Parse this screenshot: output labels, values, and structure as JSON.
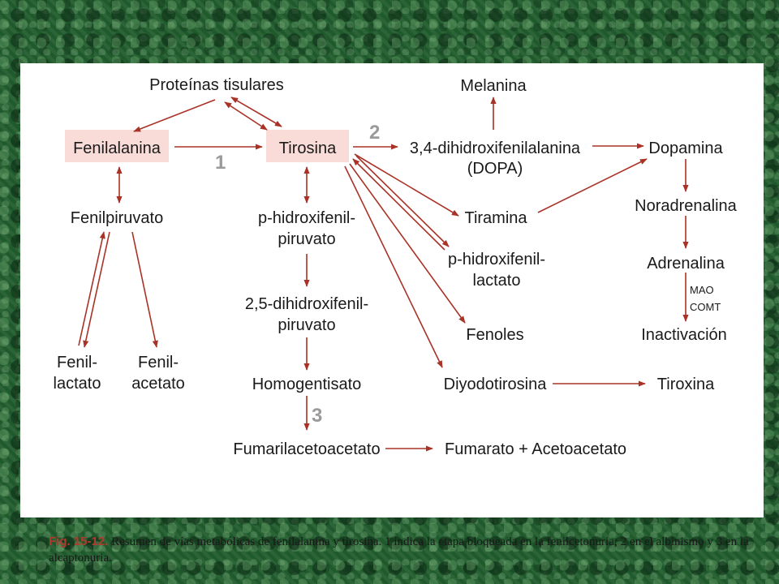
{
  "nodes": {
    "proteinas": "Proteínas tisulares",
    "melanina": "Melanina",
    "fenilalanina": "Fenilalanina",
    "tirosina": "Tirosina",
    "dopa_1": "3,4-dihidroxifenilalanina",
    "dopa_2": "(DOPA)",
    "dopamina": "Dopamina",
    "fenilpiruvato": "Fenilpiruvato",
    "phpiruvato_1": "p-hidroxifenil-",
    "phpiruvato_2": "piruvato",
    "tiramina": "Tiramina",
    "noradrenalina": "Noradrenalina",
    "phlactato_1": "p-hidroxifenil-",
    "phlactato_2": "lactato",
    "adrenalina": "Adrenalina",
    "mao": "MAO",
    "comt": "COMT",
    "dhpiruvato_1": "2,5-dihidroxifenil-",
    "dhpiruvato_2": "piruvato",
    "fenoles": "Fenoles",
    "inactivacion": "Inactivación",
    "fenillactato_1": "Fenil-",
    "fenillactato_2": "lactato",
    "fenilacetato_1": "Fenil-",
    "fenilacetato_2": "acetato",
    "homogentisato": "Homogentisato",
    "diyodotirosina": "Diyodotirosina",
    "tiroxina": "Tiroxina",
    "fumarilacetoacetato": "Fumarilacetoacetato",
    "fumarato": "Fumarato + Acetoacetato"
  },
  "steps": {
    "s1": "1",
    "s2": "2",
    "s3": "3"
  },
  "caption": {
    "fig": "Fig. 15-12.",
    "text": " Resumen de vías metabólicas de fenilalanina y tirosina. 1 indica la etapa bloqueada en la fenilcetonuria; 2 en el albinismo y 3 en la alcaptonuria."
  },
  "colors": {
    "arrow": "#a93226",
    "highlight": "#f9dcd8",
    "step_label": "#9a9a9a",
    "background": "#1f5a2c"
  }
}
